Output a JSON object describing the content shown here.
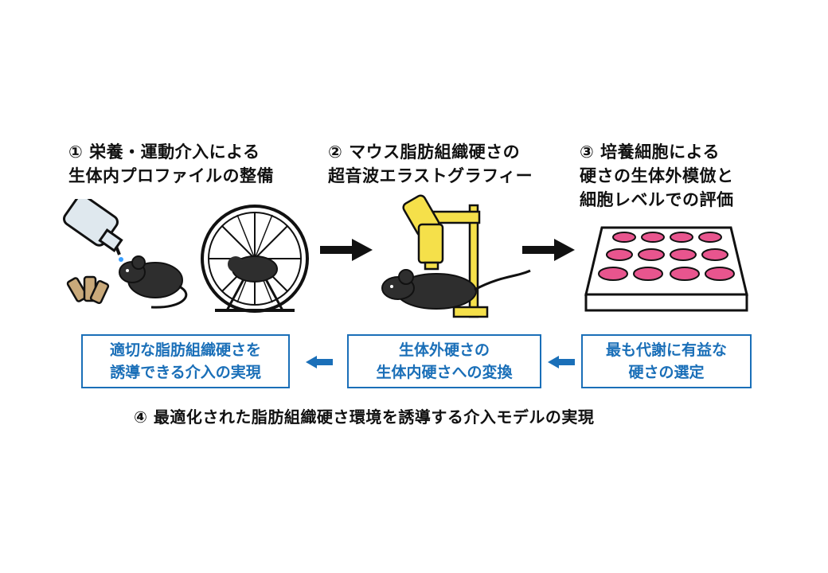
{
  "steps": [
    {
      "lines": [
        "① 栄養・運動介入による",
        "生体内プロファイルの整備"
      ]
    },
    {
      "lines": [
        "② マウス脂肪組織硬さの",
        "超音波エラストグラフィー"
      ]
    },
    {
      "lines": [
        "③ 培養細胞による",
        "硬さの生体外模倣と",
        "細胞レベルでの評価"
      ]
    }
  ],
  "boxes": [
    {
      "lines": [
        "適切な脂肪組織硬さを",
        "誘導できる介入の実現"
      ]
    },
    {
      "lines": [
        "生体外硬さの",
        "生体内硬さへの変換"
      ]
    },
    {
      "lines": [
        "最も代謝に有益な",
        "硬さの選定"
      ]
    }
  ],
  "caption": "④ 最適化された脂肪組織硬さ環境を誘導する介入モデルの実現",
  "colors": {
    "accent_blue": "#1a6fb8",
    "mouse": "#2e2e2e",
    "yellow": "#f5e04a",
    "pink": "#e8558e",
    "bottle": "#dfe8ee",
    "food": "#c9a97a"
  }
}
